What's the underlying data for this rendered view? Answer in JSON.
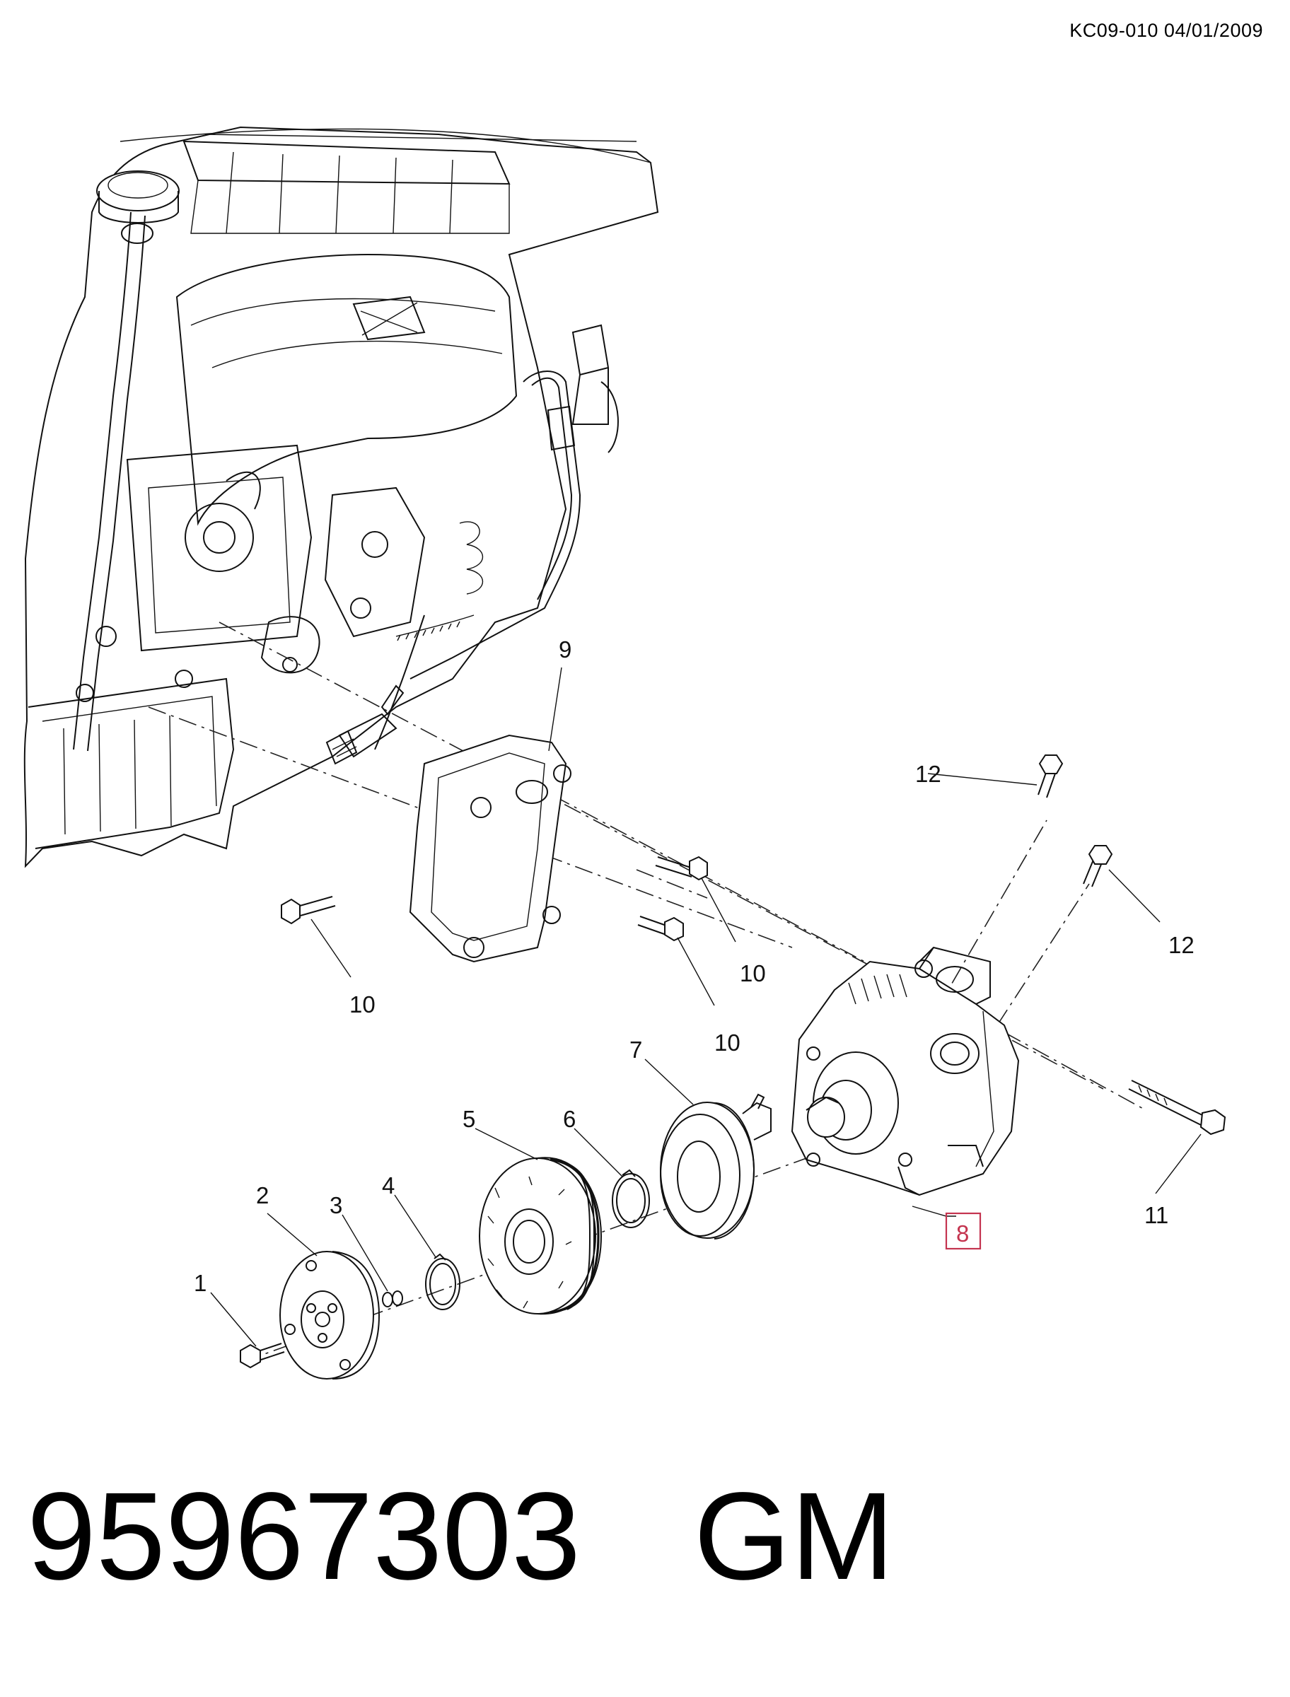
{
  "header": {
    "doc_ref": "KC09-010 04/01/2009"
  },
  "footer": {
    "part_number": "95967303",
    "brand": "GM"
  },
  "callouts": [
    {
      "id": "1",
      "label": "1"
    },
    {
      "id": "2",
      "label": "2"
    },
    {
      "id": "3",
      "label": "3"
    },
    {
      "id": "4",
      "label": "4"
    },
    {
      "id": "5",
      "label": "5"
    },
    {
      "id": "6",
      "label": "6"
    },
    {
      "id": "7",
      "label": "7"
    },
    {
      "id": "8",
      "label": "8",
      "highlighted": true
    },
    {
      "id": "9",
      "label": "9"
    },
    {
      "id": "10a",
      "label": "10"
    },
    {
      "id": "10b",
      "label": "10"
    },
    {
      "id": "10c",
      "label": "10"
    },
    {
      "id": "11",
      "label": "11"
    },
    {
      "id": "12a",
      "label": "12"
    },
    {
      "id": "12b",
      "label": "12"
    }
  ],
  "colors": {
    "line": "#111111",
    "highlight": "#c4344f"
  }
}
